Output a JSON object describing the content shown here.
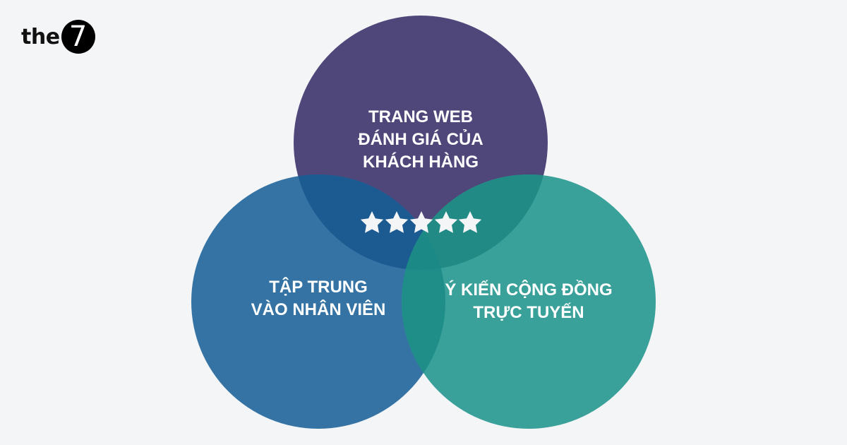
{
  "logo": {
    "text": "the",
    "badge": "7"
  },
  "diagram": {
    "type": "venn",
    "circles": [
      {
        "id": "top",
        "lines": [
          "TRANG WEB",
          "ĐÁNH GIÁ CỦA",
          "KHÁCH HÀNG"
        ],
        "color": "#4F467A"
      },
      {
        "id": "left",
        "lines": [
          "TẬP TRUNG",
          "VÀO NHÂN VIÊN"
        ],
        "color": "#3473A3"
      },
      {
        "id": "right",
        "lines": [
          "Ý KIẾN CỘNG ĐỒNG",
          "TRỰC TUYẾN"
        ],
        "color": "#39A199"
      }
    ],
    "center": {
      "stars": 5,
      "icon": "star-icon",
      "color": "#F4F5F7"
    }
  },
  "colors": {
    "background": "#F4F5F7",
    "top": "#4F467A",
    "left": "#3473A3",
    "right": "#39A199"
  }
}
